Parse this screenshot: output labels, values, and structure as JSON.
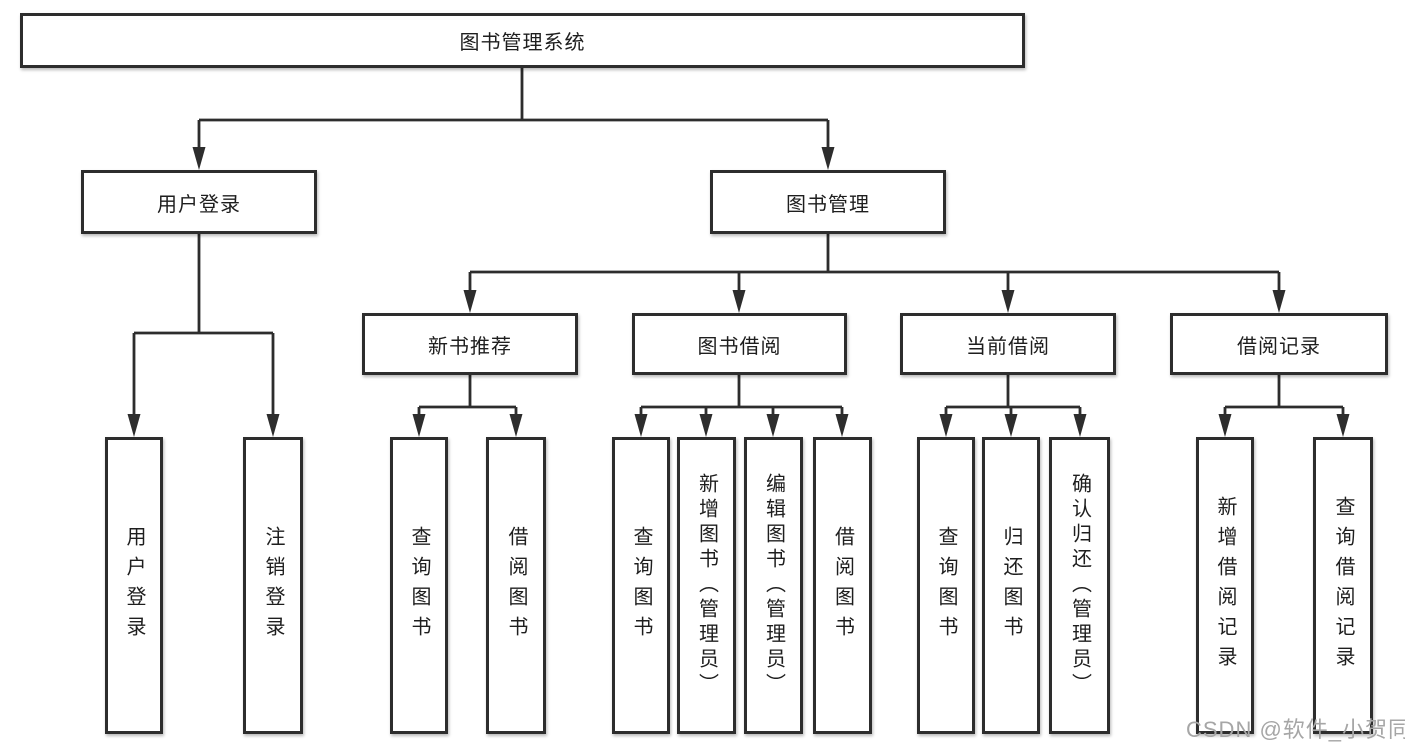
{
  "tree": {
    "root": {
      "label": "图书管理系统",
      "children": [
        {
          "label": "用户登录",
          "children": [
            {
              "label": "用户登录"
            },
            {
              "label": "注销登录"
            }
          ]
        },
        {
          "label": "图书管理",
          "children": [
            {
              "label": "新书推荐",
              "children": [
                {
                  "label": "查询图书"
                },
                {
                  "label": "借阅图书"
                }
              ]
            },
            {
              "label": "图书借阅",
              "children": [
                {
                  "label": "查询图书"
                },
                {
                  "label": "新增图书（管理员）"
                },
                {
                  "label": "编辑图书（管理员）"
                },
                {
                  "label": "借阅图书"
                }
              ]
            },
            {
              "label": "当前借阅",
              "children": [
                {
                  "label": "查询图书"
                },
                {
                  "label": "归还图书"
                },
                {
                  "label": "确认归还（管理员）"
                }
              ]
            },
            {
              "label": "借阅记录",
              "children": [
                {
                  "label": "新增借阅记录"
                },
                {
                  "label": "查询借阅记录"
                }
              ]
            }
          ]
        }
      ]
    }
  },
  "colors": {
    "line": "#2d2d2d",
    "box_border": "#2d2d2d",
    "text": "#1e1e1e",
    "watermark": "#a6a6a6",
    "background": "#ffffff"
  },
  "watermark": "CSDN @软件_小贺同学"
}
